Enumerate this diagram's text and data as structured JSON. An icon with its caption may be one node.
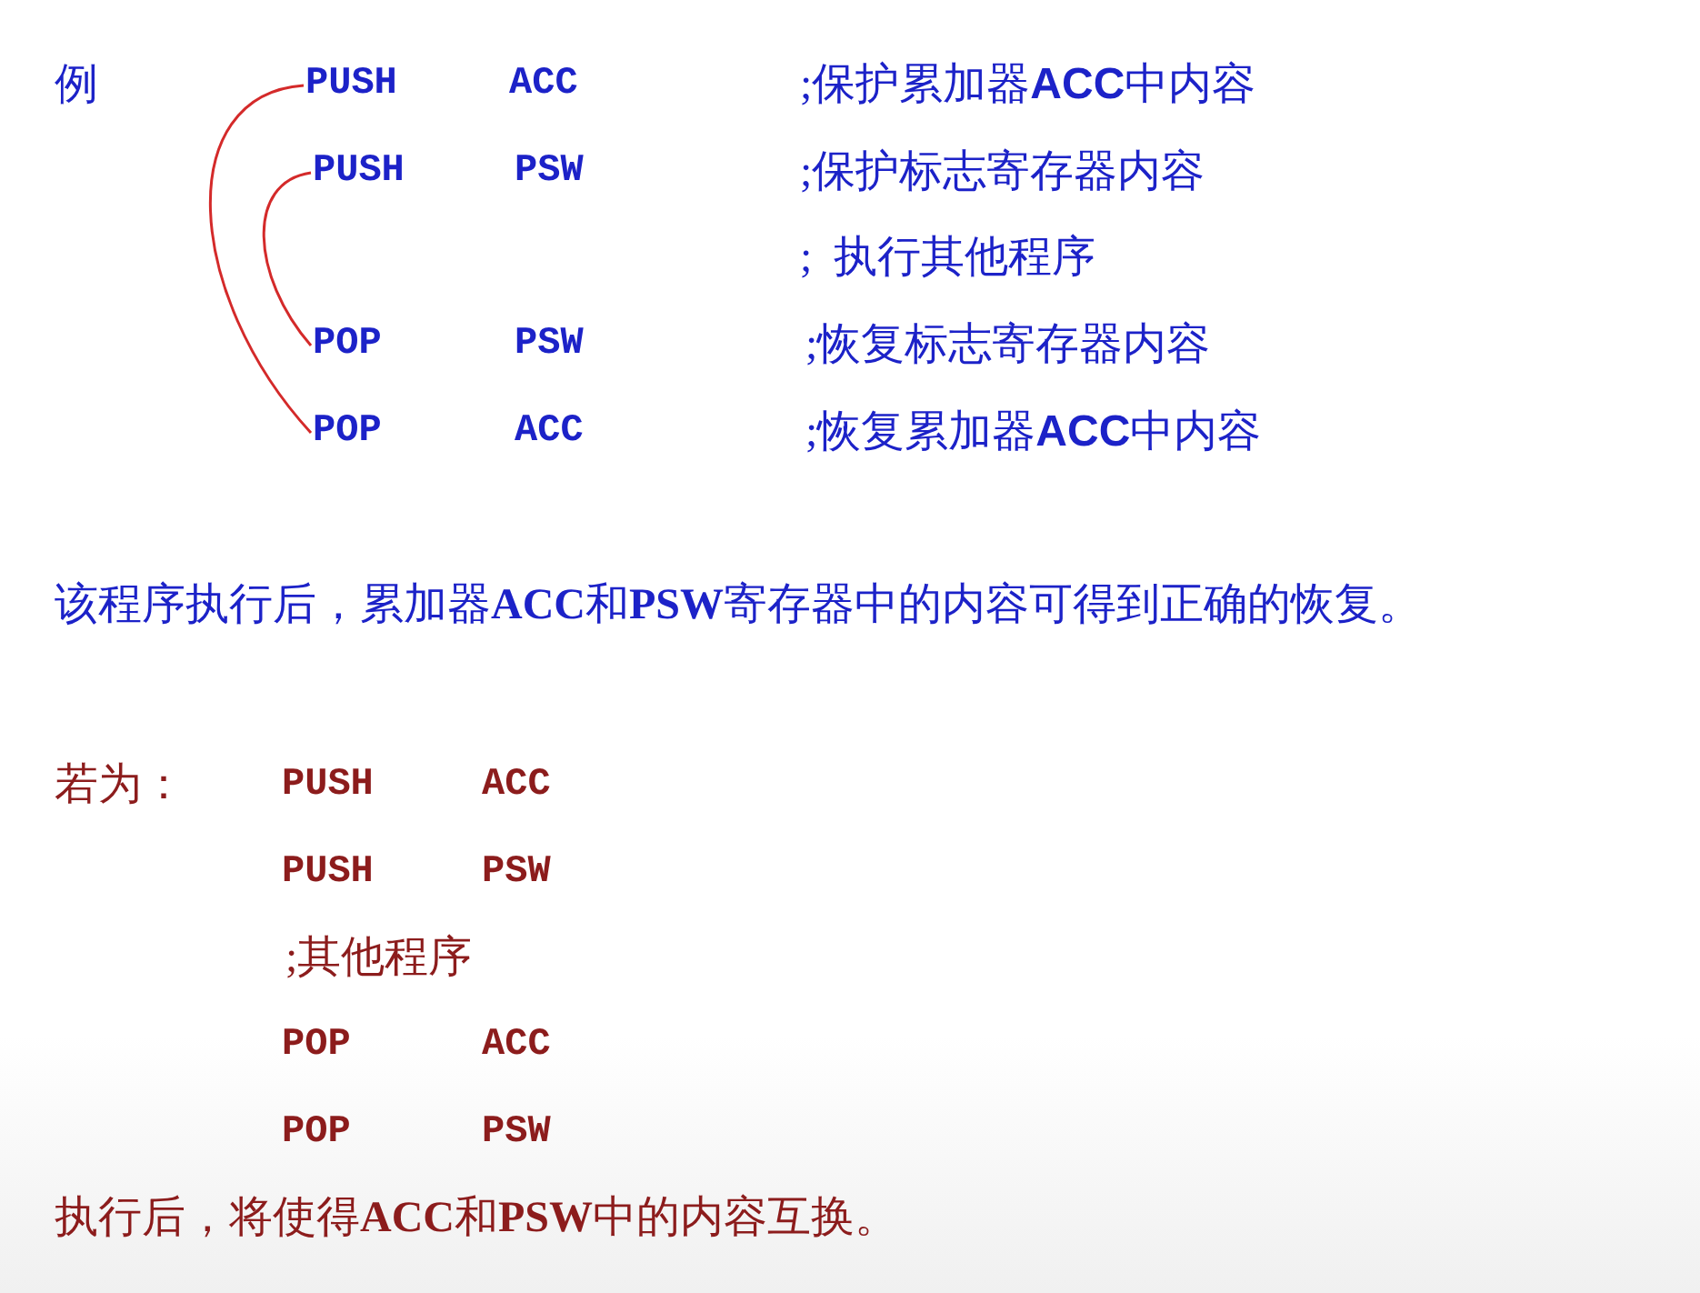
{
  "diagram": {
    "nodes": [
      {
        "text": [
          "PUSH",
          "ACC"
        ]
      },
      {
        "text": [
          "PUSH",
          "PSW"
        ]
      },
      {
        "text": [
          "POP",
          "PSW"
        ]
      },
      {
        "text": [
          "POP",
          "ACC"
        ]
      }
    ],
    "edges": [
      {
        "from": 0,
        "to": 3,
        "arrow": "none"
      },
      {
        "from": 1,
        "to": 2,
        "arrow": "none"
      }
    ],
    "labels": [
      "例",
      ";保护累加器**ACC**中内容",
      ";保护标志寄存器内容",
      ";  执行其他程序",
      ";恢复标志寄存器内容",
      ";恢复累加器**ACC**中内容",
      "该程序执行后，累加器**ACC**和**PSW**寄存器中的内容可得到正确的恢复。",
      "若为：",
      "PUSH",
      "ACC",
      "PUSH",
      "PSW",
      ";其他程序",
      "POP",
      "ACC",
      "POP",
      "PSW",
      "执行后，将使得**ACC**和**PSW**中的内容互换。"
    ]
  }
}
